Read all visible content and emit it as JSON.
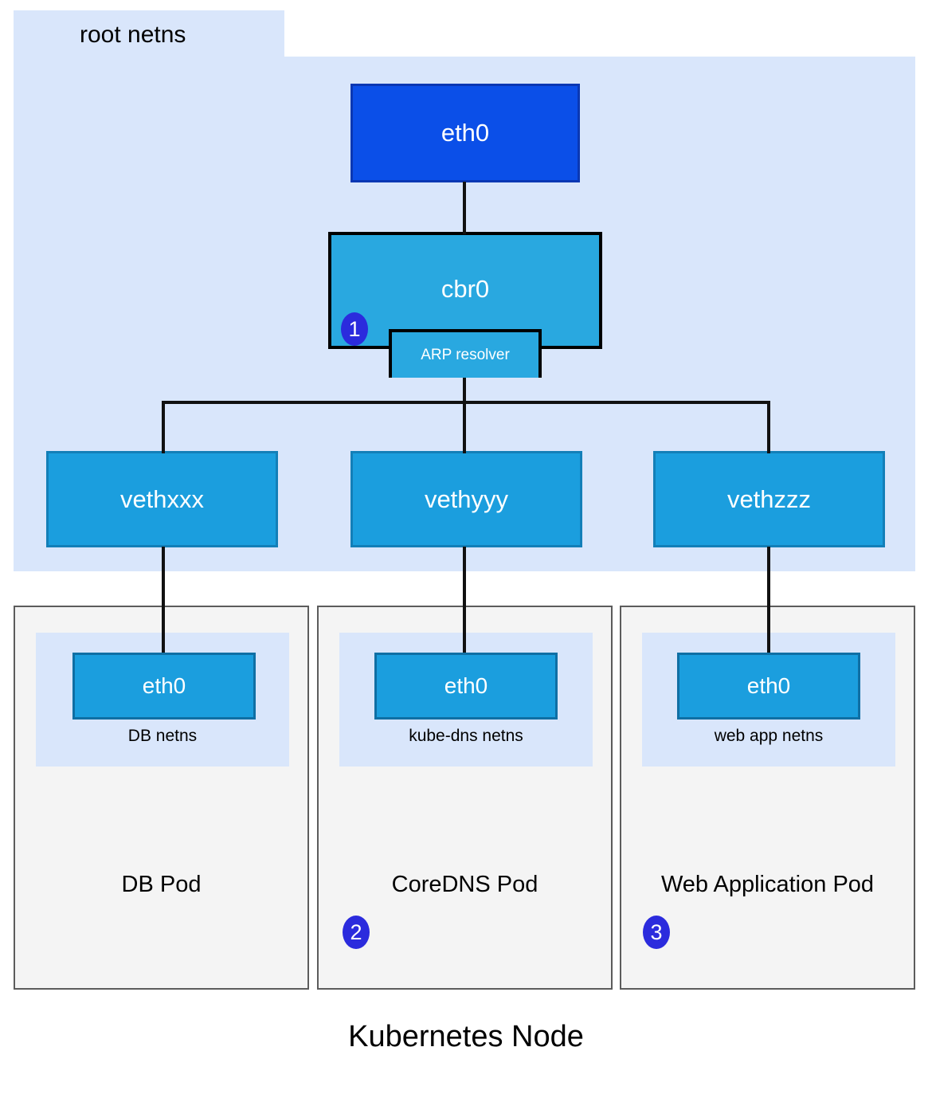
{
  "diagram": {
    "title": "Kubernetes Node",
    "root_netns_label": "root netns",
    "colors": {
      "root_netns_bg": "#d9e6fb",
      "eth0_root_fill": "#0b4fe8",
      "eth0_root_border": "#0a37b3",
      "bridge_fill": "#29a8e0",
      "bridge_border": "#000000",
      "veth_fill": "#1b9ede",
      "veth_border": "#137fb8",
      "pod_bg": "#f4f4f4",
      "pod_border": "#5c5c5c",
      "badge_fill": "#2b2bdd",
      "line": "#111111",
      "page_bg": "#ffffff"
    }
  },
  "root_netns": {
    "host_nic": {
      "label": "eth0"
    },
    "bridge": {
      "label": "cbr0"
    },
    "arp_resolver": {
      "label": "ARP resolver"
    },
    "veths": [
      {
        "label": "vethxxx"
      },
      {
        "label": "vethyyy"
      },
      {
        "label": "vethzzz"
      }
    ]
  },
  "pods": [
    {
      "title": "DB Pod",
      "netns_label": "DB netns",
      "interface_label": "eth0",
      "badge": null
    },
    {
      "title": "CoreDNS Pod",
      "netns_label": "kube-dns netns",
      "interface_label": "eth0",
      "badge": "2"
    },
    {
      "title": "Web Application Pod",
      "netns_label": "web app netns",
      "interface_label": "eth0",
      "badge": "3"
    }
  ],
  "badges": {
    "bridge_badge": "1",
    "coredns_badge": "2",
    "webapp_badge": "3"
  }
}
